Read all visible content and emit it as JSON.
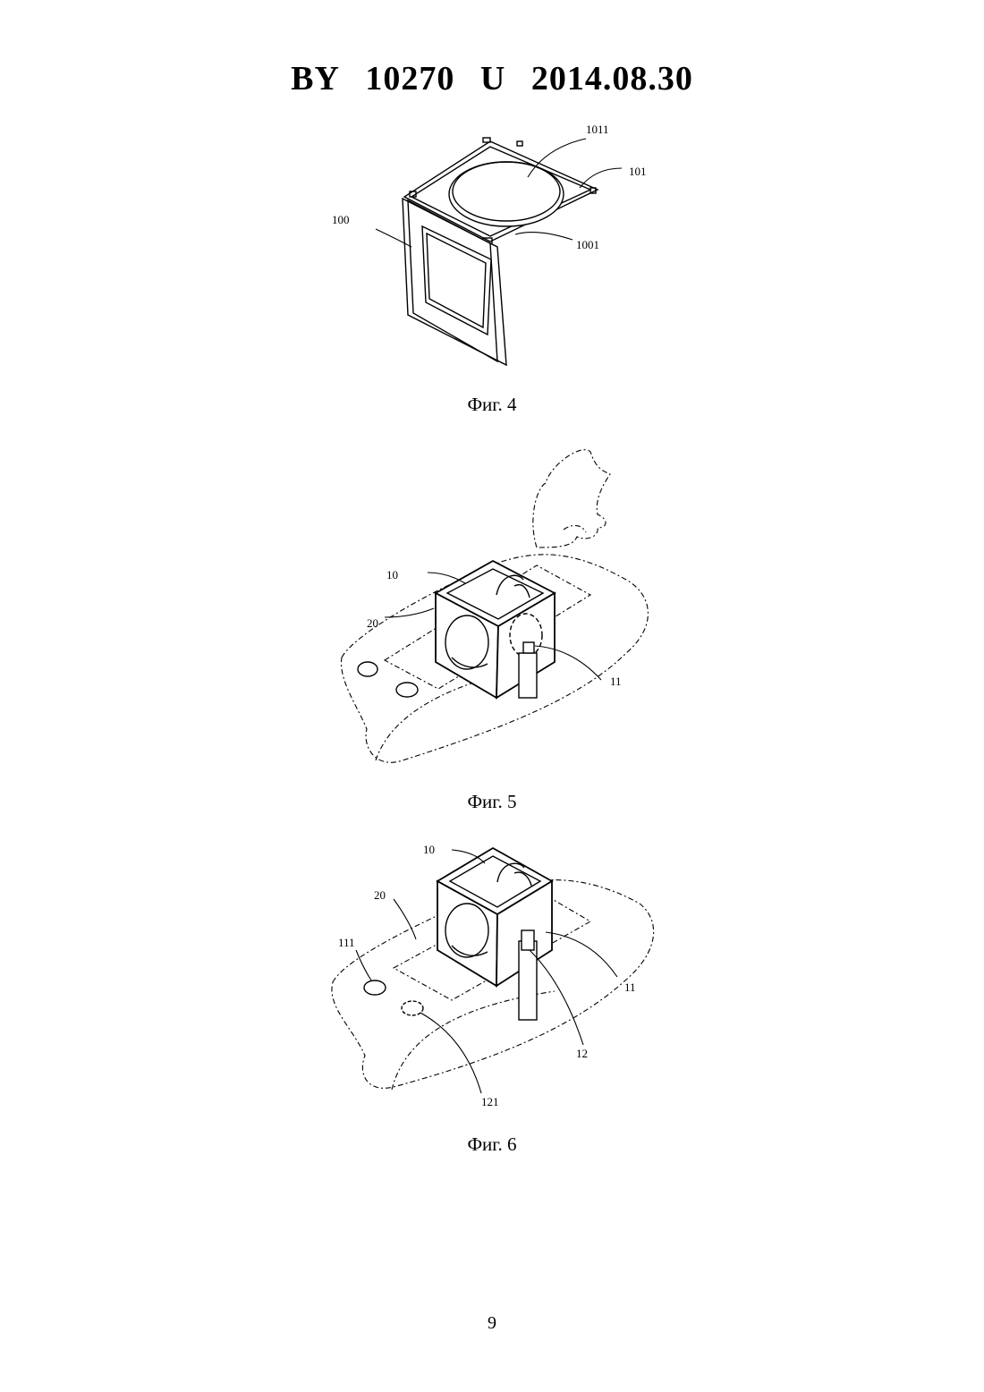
{
  "header": {
    "country": "BY",
    "number": "10270",
    "kind": "U",
    "date": "2014.08.30"
  },
  "figures": [
    {
      "caption": "Фиг. 4",
      "labels": [
        "1011",
        "101",
        "100",
        "1001"
      ]
    },
    {
      "caption": "Фиг. 5",
      "labels": [
        "10",
        "20",
        "11"
      ]
    },
    {
      "caption": "Фиг. 6",
      "labels": [
        "10",
        "20",
        "111",
        "11",
        "12",
        "121"
      ]
    }
  ],
  "page_number": "9"
}
